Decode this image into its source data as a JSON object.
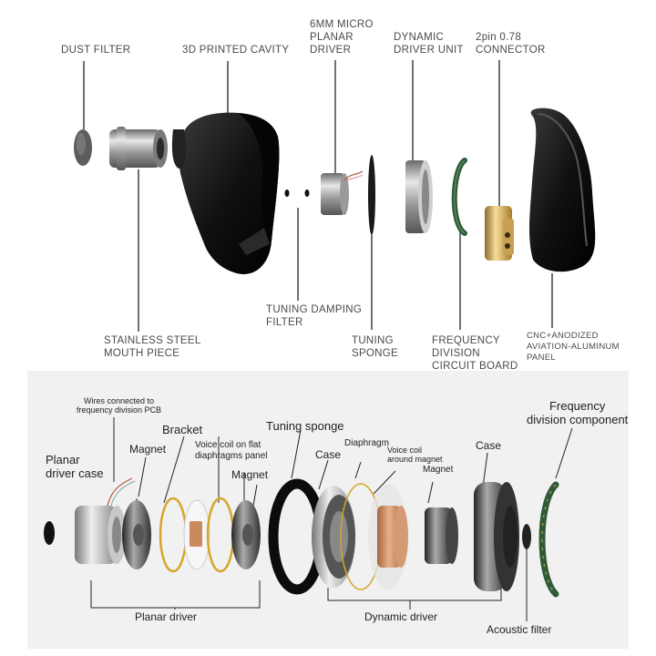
{
  "top_panel": {
    "labels": {
      "dust_filter": "DUST FILTER",
      "cavity": "3D PRINTED CAVITY",
      "planar_driver": "6MM MICRO\nPLANAR\nDRIVER",
      "dynamic_driver": "DYNAMIC\nDRIVER UNIT",
      "connector": "2pin 0.78\nCONNECTOR",
      "damping_filter": "TUNING DAMPING\nFILTER",
      "mouth_piece": "STAINLESS STEEL\nMOUTH PIECE",
      "tuning_sponge": "TUNING\nSPONGE",
      "circuit_board": "FREQUENCY\nDIVISION\nCIRCUIT BOARD",
      "panel": "CNC+ANODIZED\nAVIATION-ALUMINUM\nPANEL"
    }
  },
  "bottom_panel": {
    "labels": {
      "wires": "Wires connected to\nfrequency division PCB",
      "bracket": "Bracket",
      "tuning_sponge": "Tuning sponge",
      "freq_component": "Frequency\ndivision component",
      "planar_case": "Planar\ndriver case",
      "magnet_1": "Magnet",
      "voice_coil_flat": "Voice coil on flat\ndiaphragms panel",
      "magnet_2": "Magnet",
      "case_1": "Case",
      "diaphragm": "Diaphragm",
      "voice_coil_magnet": "Voice coil\naround magnet",
      "magnet_3": "Magnet",
      "case_2": "Case",
      "planar_group": "Planar driver",
      "dynamic_group": "Dynamic driver",
      "acoustic_filter": "Acoustic filter"
    }
  },
  "colors": {
    "background": "#ffffff",
    "bottom_background": "#f1f1f1",
    "label_gray": "#4a4a4a",
    "label_dark": "#222222",
    "shell_black": "#111111",
    "pcb_green": "#2f5a3a",
    "connector_gold": "#d4a857",
    "copper_coil": "#c98a5e"
  }
}
